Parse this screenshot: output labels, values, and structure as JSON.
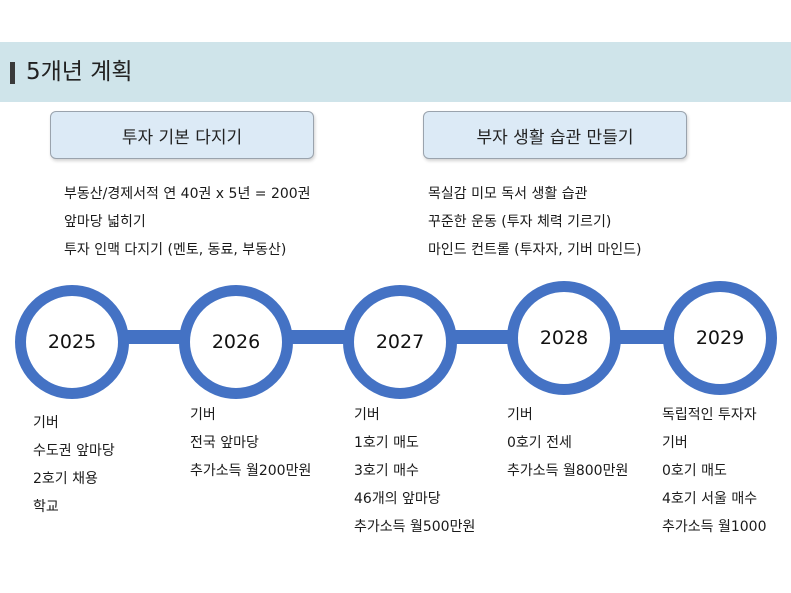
{
  "header": {
    "title": "5개년 계획"
  },
  "goals": [
    {
      "title": "투자 기본 다지기",
      "items": [
        "부동산/경제서적 연 40권 x 5년 = 200권",
        "앞마당 넓히기",
        "투자 인맥 다지기 (멘토, 동료, 부동산)"
      ]
    },
    {
      "title": "부자 생활 습관 만들기",
      "items": [
        "목실감 미모 독서 생활 습관",
        "꾸준한 운동 (투자 체력 기르기)",
        "마인드 컨트롤 (투자자, 기버 마인드)"
      ]
    }
  ],
  "timeline": [
    {
      "year": "2025",
      "items": [
        "기버",
        "수도권 앞마당",
        "2호기 채용",
        "학교"
      ]
    },
    {
      "year": "2026",
      "items": [
        "기버",
        "전국 앞마당",
        "추가소득 월200만원"
      ]
    },
    {
      "year": "2027",
      "items": [
        "기버",
        "1호기 매도",
        "3호기 매수",
        "46개의 앞마당",
        "추가소득 월500만원"
      ]
    },
    {
      "year": "2028",
      "items": [
        "기버",
        "0호기 전세",
        "추가소득 월800만원"
      ]
    },
    {
      "year": "2029",
      "items": [
        "독립적인 투자자",
        "기버",
        "0호기 매도",
        "4호기 서울 매수",
        "추가소득 월1000"
      ]
    }
  ],
  "colors": {
    "accent": "#4472c4",
    "header_band": "#cfe4ea",
    "goal_box": "#dceaf6"
  }
}
